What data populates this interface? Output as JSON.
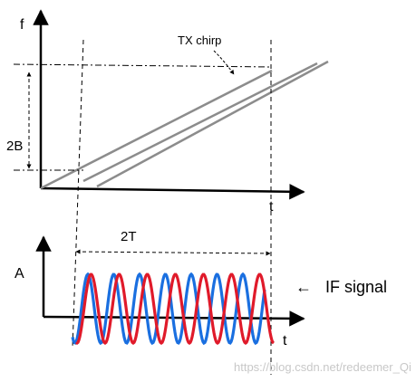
{
  "labels": {
    "f_axis": "f",
    "t_axis_top": "t",
    "bandwidth": "2B",
    "tx_chirp": "TX chirp",
    "amplitude_axis": "A",
    "t_axis_bottom": "t",
    "duration": "2T",
    "if_signal_arrow": "←",
    "if_signal": "IF signal"
  },
  "watermark": "https://blog.csdn.net/redeemer_Qi",
  "colors": {
    "axis": "#000000",
    "chirp": "#8c8c8c",
    "wave_red": "#e01a2a",
    "wave_blue": "#1a6fe0",
    "watermark": "#c8c8c8"
  }
}
